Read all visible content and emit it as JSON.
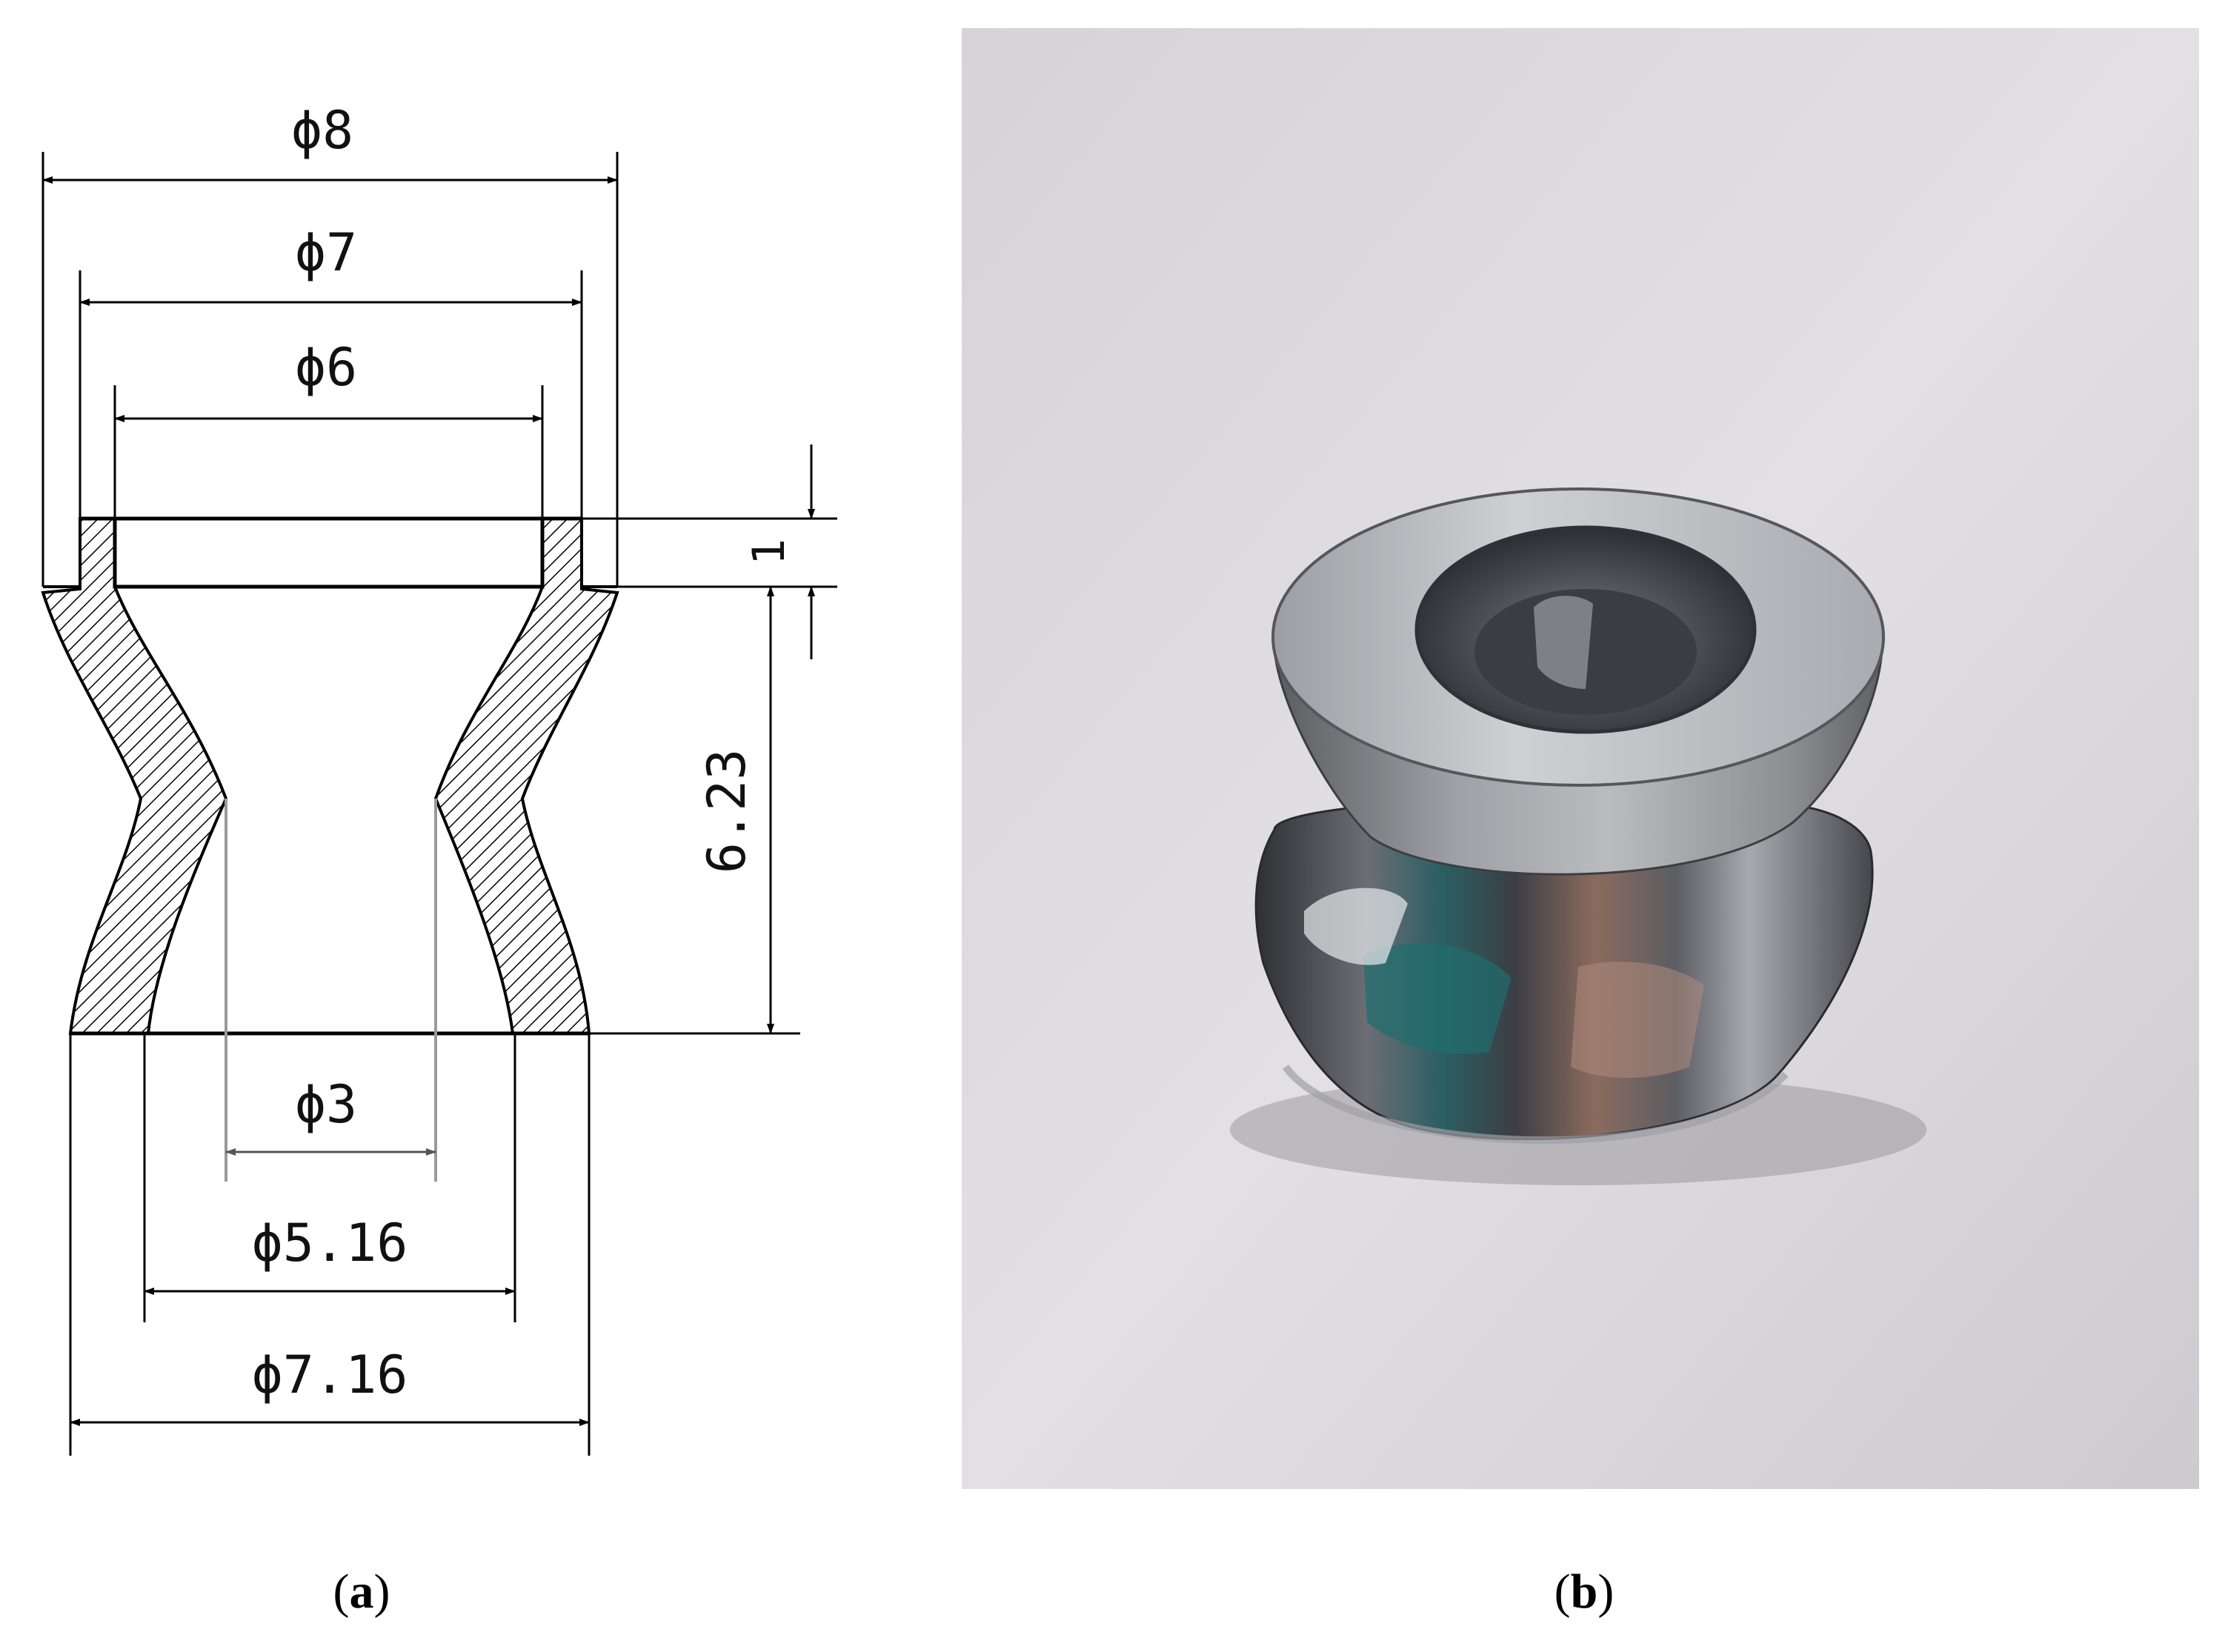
{
  "panel_a": {
    "dimensions": {
      "phi8": "ϕ8",
      "phi7": "ϕ7",
      "phi6": "ϕ6",
      "phi3": "ϕ3",
      "phi516": "ϕ5.16",
      "phi716": "ϕ7.16",
      "height_623": "6.23",
      "height_1": "1"
    },
    "caption": {
      "open": "(",
      "letter": "a",
      "close": ")"
    }
  },
  "panel_b": {
    "caption": {
      "open": "(",
      "letter": "b",
      "close": ")"
    }
  },
  "colors": {
    "line": "#000000",
    "guide": "#9a9a9a",
    "metal_light": "#c9c9cc",
    "metal_dark": "#3b3d42",
    "background_photo": "#dcdadd"
  }
}
